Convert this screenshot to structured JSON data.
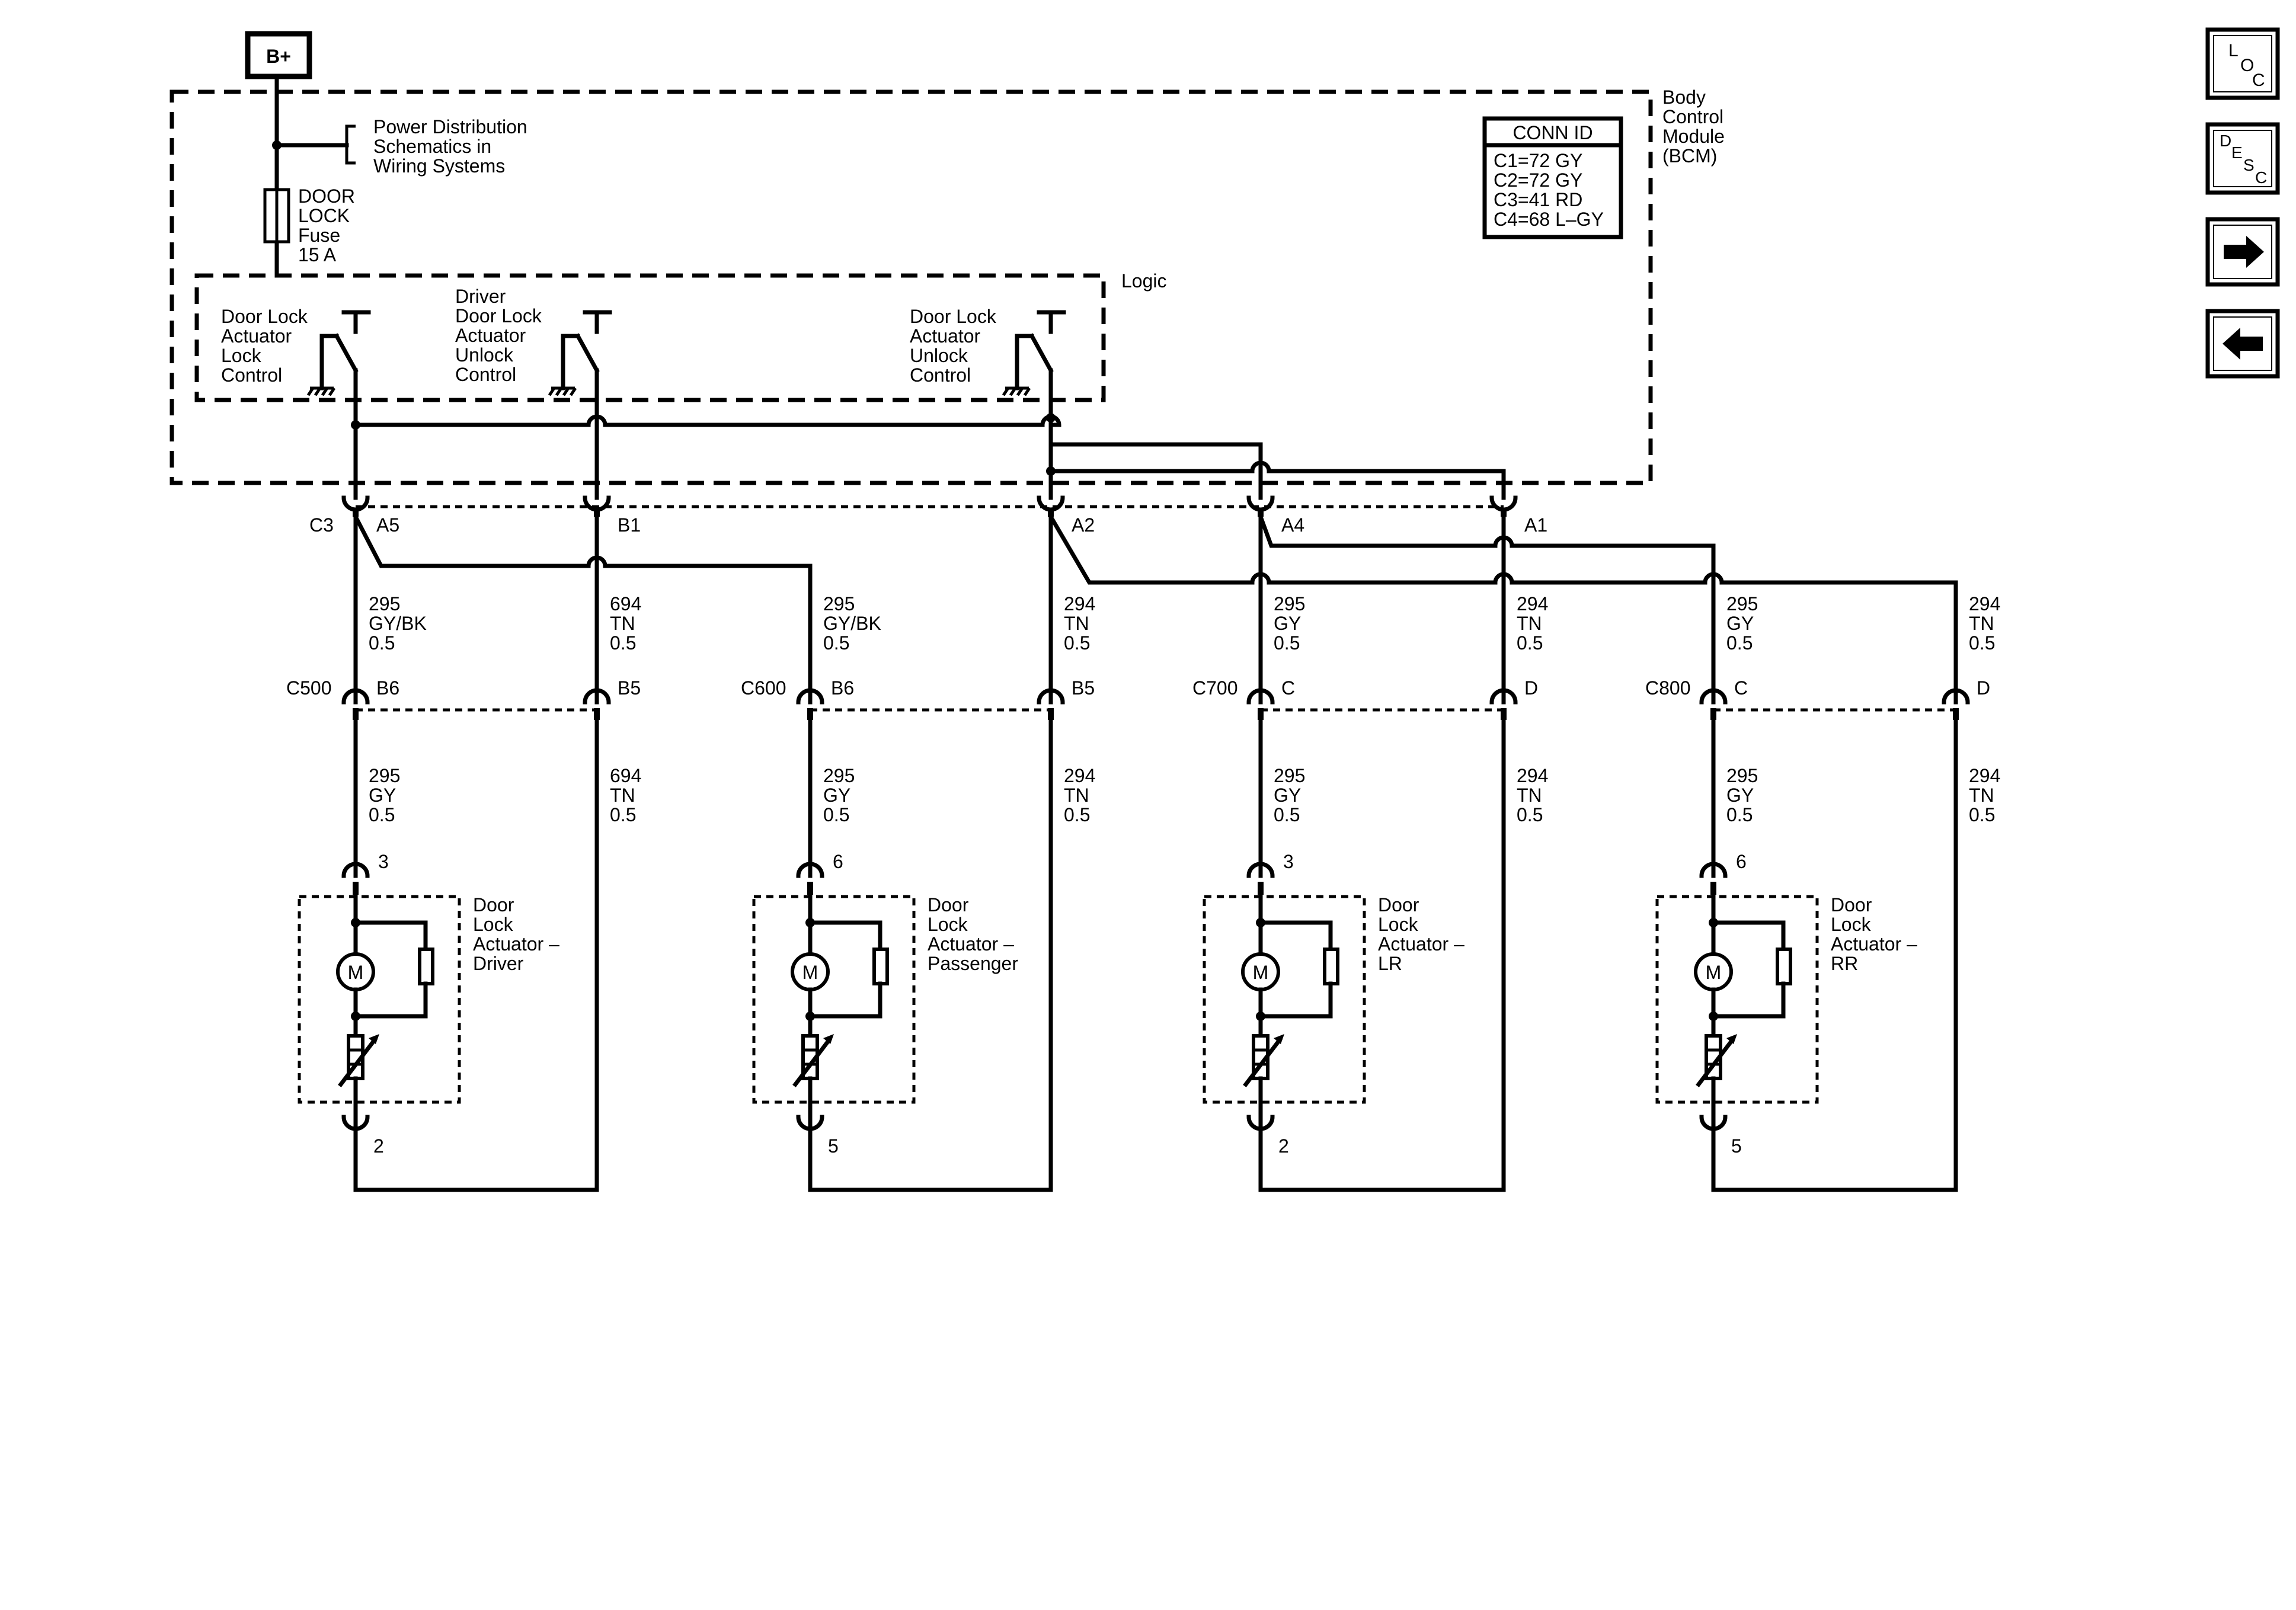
{
  "power": {
    "label": "B+"
  },
  "ref": {
    "line1": "Power Distribution",
    "line2": "Schematics in",
    "line3": "Wiring Systems"
  },
  "fuse": {
    "line1": "DOOR",
    "line2": "LOCK",
    "line3": "Fuse",
    "line4": "15 A"
  },
  "module": {
    "line1": "Body",
    "line2": "Control",
    "line3": "Module",
    "line4": "(BCM)"
  },
  "logic_label": "Logic",
  "conn_id": {
    "title": "CONN ID",
    "rows": [
      "C1=72 GY",
      "C2=72 GY",
      "C3=41 RD",
      "C4=68 L–GY"
    ]
  },
  "switches": [
    {
      "lines": [
        "Door Lock",
        "Actuator",
        "Lock",
        "Control"
      ]
    },
    {
      "lines": [
        "Driver",
        "Door Lock",
        "Actuator",
        "Unlock",
        "Control"
      ]
    },
    {
      "lines": [
        "Door Lock",
        "Actuator",
        "Unlock",
        "Control"
      ]
    }
  ],
  "c3": {
    "name": "C3",
    "pins": [
      "A5",
      "B1",
      "A2",
      "A4",
      "A1"
    ]
  },
  "upper_wires": [
    {
      "circuit": "295",
      "color": "GY/BK",
      "gauge": "0.5"
    },
    {
      "circuit": "694",
      "color": "TN",
      "gauge": "0.5"
    },
    {
      "circuit": "295",
      "color": "GY/BK",
      "gauge": "0.5"
    },
    {
      "circuit": "294",
      "color": "TN",
      "gauge": "0.5"
    },
    {
      "circuit": "295",
      "color": "GY",
      "gauge": "0.5"
    },
    {
      "circuit": "294",
      "color": "TN",
      "gauge": "0.5"
    },
    {
      "circuit": "295",
      "color": "GY",
      "gauge": "0.5"
    },
    {
      "circuit": "294",
      "color": "TN",
      "gauge": "0.5"
    }
  ],
  "inline_connectors": [
    {
      "name": "C500",
      "pin_a": "B6",
      "pin_b": "B5"
    },
    {
      "name": "C600",
      "pin_a": "B6",
      "pin_b": "B5"
    },
    {
      "name": "C700",
      "pin_a": "C",
      "pin_b": "D"
    },
    {
      "name": "C800",
      "pin_a": "C",
      "pin_b": "D"
    }
  ],
  "lower_wires": [
    {
      "circuit": "295",
      "color": "GY",
      "gauge": "0.5"
    },
    {
      "circuit": "694",
      "color": "TN",
      "gauge": "0.5"
    },
    {
      "circuit": "295",
      "color": "GY",
      "gauge": "0.5"
    },
    {
      "circuit": "294",
      "color": "TN",
      "gauge": "0.5"
    },
    {
      "circuit": "295",
      "color": "GY",
      "gauge": "0.5"
    },
    {
      "circuit": "294",
      "color": "TN",
      "gauge": "0.5"
    },
    {
      "circuit": "295",
      "color": "GY",
      "gauge": "0.5"
    },
    {
      "circuit": "294",
      "color": "TN",
      "gauge": "0.5"
    }
  ],
  "actuators": [
    {
      "lines": [
        "Door",
        "Lock",
        "Actuator –",
        "Driver"
      ],
      "pin_top": "3",
      "pin_bottom": "2",
      "motor": "M"
    },
    {
      "lines": [
        "Door",
        "Lock",
        "Actuator –",
        "Passenger"
      ],
      "pin_top": "6",
      "pin_bottom": "5",
      "motor": "M"
    },
    {
      "lines": [
        "Door",
        "Lock",
        "Actuator –",
        "LR"
      ],
      "pin_top": "3",
      "pin_bottom": "2",
      "motor": "M"
    },
    {
      "lines": [
        "Door",
        "Lock",
        "Actuator –",
        "RR"
      ],
      "pin_top": "6",
      "pin_bottom": "5",
      "motor": "M"
    }
  ],
  "nav": {
    "loc": {
      "l1": "L",
      "l2": "O",
      "l3": "C"
    },
    "desc": {
      "l1": "D",
      "l2": "E",
      "l3": "S",
      "l4": "C"
    },
    "next_icon": "arrow-right-icon",
    "prev_icon": "arrow-left-icon"
  }
}
